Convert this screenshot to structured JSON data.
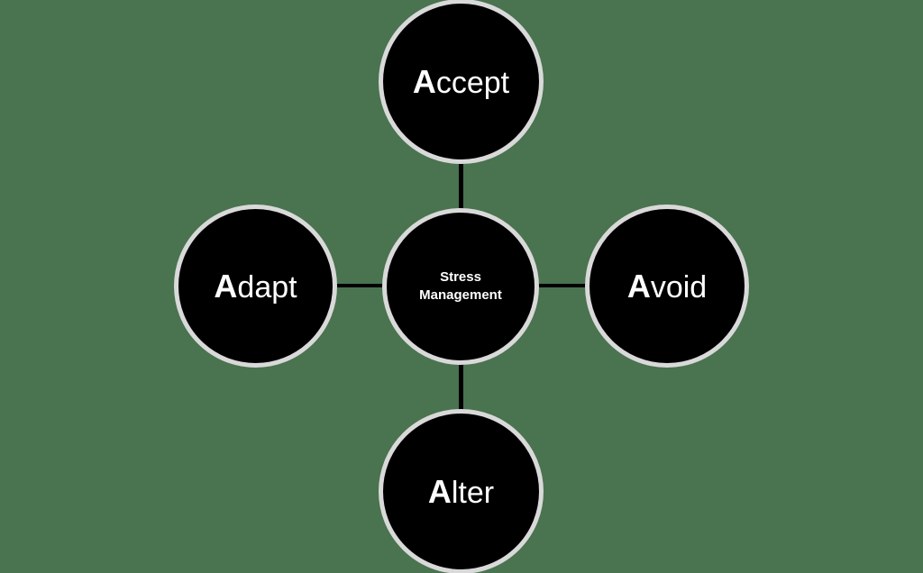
{
  "diagram": {
    "center": {
      "line1": "Stress",
      "line2": "Management"
    },
    "nodes": {
      "top": {
        "initial": "A",
        "rest": "ccept",
        "full": "Accept"
      },
      "left": {
        "initial": "A",
        "rest": "dapt",
        "full": "Adapt"
      },
      "right": {
        "initial": "A",
        "rest": "void",
        "full": "Avoid"
      },
      "bottom": {
        "initial": "A",
        "rest": "lter",
        "full": "Alter"
      }
    },
    "colors": {
      "background": "#4a7350",
      "node_fill": "#000000",
      "node_border": "#d9d9d9",
      "text": "#ffffff",
      "connector": "#000000"
    }
  }
}
